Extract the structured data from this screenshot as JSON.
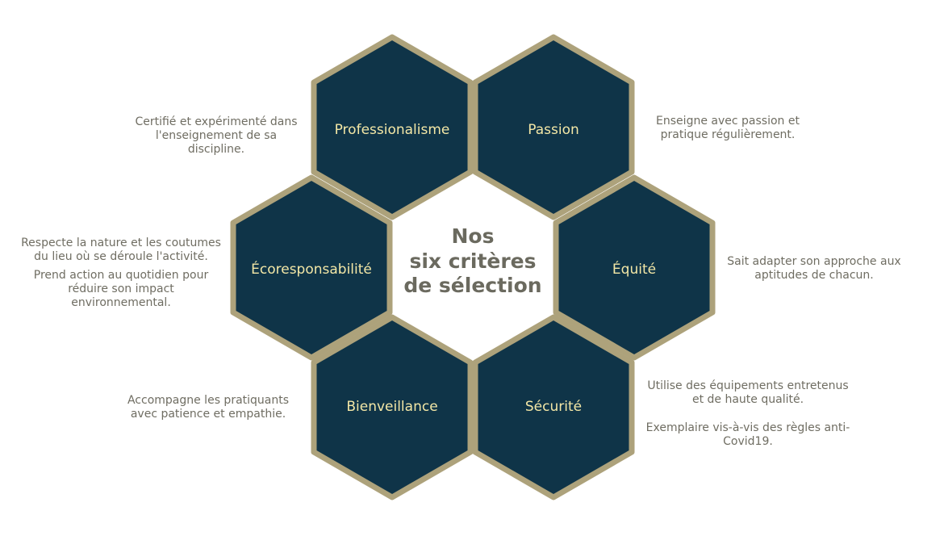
{
  "center_title": {
    "line1": "Nos",
    "line2": "six critères",
    "line3": "de sélection"
  },
  "colors": {
    "hex_fill": "#0f3448",
    "hex_border": "#ada27b",
    "hex_label": "#f3e7a6",
    "text": "#6f6d62",
    "title": "#6b6a5f"
  },
  "criteria": {
    "professionalisme": {
      "label": "Professionalisme",
      "desc": [
        "Certifié et expérimenté dans l'enseignement de sa discipline."
      ]
    },
    "passion": {
      "label": "Passion",
      "desc": [
        "Enseigne avec passion et pratique régulièrement."
      ]
    },
    "ecoresponsabilite": {
      "label": "Écoresponsabilité",
      "desc": [
        "Respecte la nature et les coutumes du lieu où se déroule l'activité.",
        "Prend action au quotidien pour réduire son impact environnemental."
      ]
    },
    "equite": {
      "label": "Équité",
      "desc": [
        "Sait adapter son approche aux aptitudes de chacun."
      ]
    },
    "bienveillance": {
      "label": "Bienveillance",
      "desc": [
        "Accompagne les pratiquants avec patience et empathie."
      ]
    },
    "securite": {
      "label": "Sécurité",
      "desc": [
        "Utilise des équipements entretenus et de haute qualité.",
        "Exemplaire vis-à-vis des règles anti-Covid19."
      ]
    }
  }
}
